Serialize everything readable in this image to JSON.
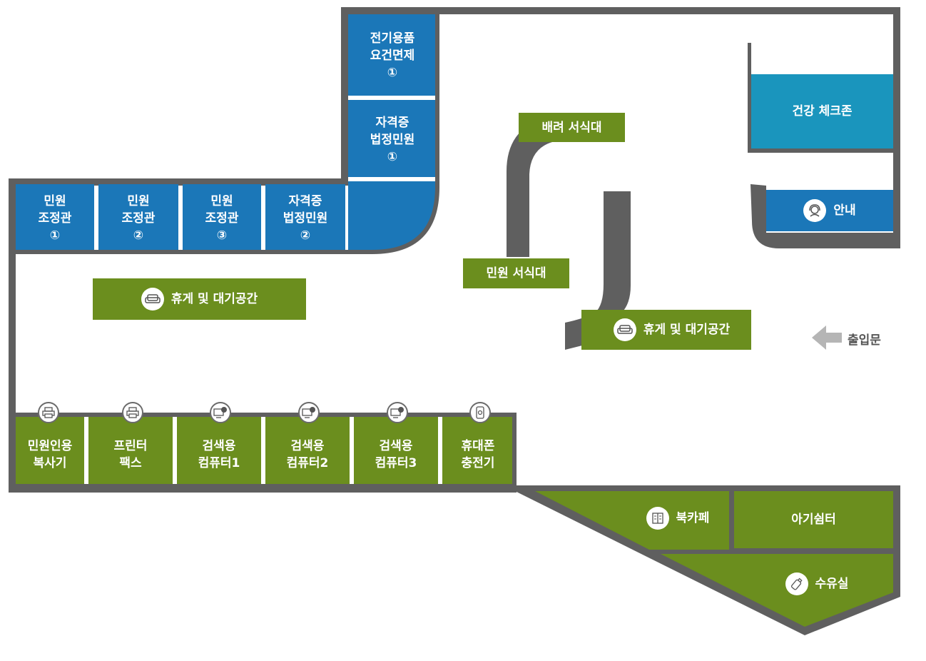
{
  "rooms": {
    "electric": [
      "전기용품",
      "요건면제",
      "①"
    ],
    "license1": [
      "자격증",
      "법정민원",
      "①"
    ],
    "mediation1": [
      "민원",
      "조정관",
      "①"
    ],
    "mediation2": [
      "민원",
      "조정관",
      "②"
    ],
    "mediation3": [
      "민원",
      "조정관",
      "③"
    ],
    "license2": [
      "자격증",
      "법정민원",
      "②"
    ],
    "health_check": "건강 체크존",
    "info": "안내",
    "care_desk": "배려 서식대",
    "civil_desk": "민원 서식대",
    "lounge_left": "휴게 및 대기공간",
    "lounge_right": "휴게 및 대기공간",
    "copier": [
      "민원인용",
      "복사기"
    ],
    "printer_fax": [
      "프린터",
      "팩스"
    ],
    "pc1": [
      "검색용",
      "컴퓨터1"
    ],
    "pc2": [
      "검색용",
      "컴퓨터2"
    ],
    "pc3": [
      "검색용",
      "컴퓨터3"
    ],
    "phone_charger": [
      "휴대폰",
      "충전기"
    ],
    "book_cafe": "북카페",
    "kids_zone": "아기쉼터",
    "nursing_room": "수유실"
  },
  "entrance": "출입문",
  "colors": {
    "wall": "#5f5f5f",
    "blue_room": "#1b77b8",
    "teal_room": "#1a95bd",
    "green_room": "#6b8e1e",
    "arrow": "#b5b5b5"
  },
  "icons": {
    "lounge": "sofa-icon",
    "info": "headset-agent-icon",
    "copier": "printer-icon",
    "printer_fax": "printer-icon",
    "pc": "computer-icon",
    "phone_charger": "phone-icon",
    "book_cafe": "book-icon",
    "nursing_room": "baby-bottle-icon",
    "entrance": "arrow-left-icon"
  }
}
